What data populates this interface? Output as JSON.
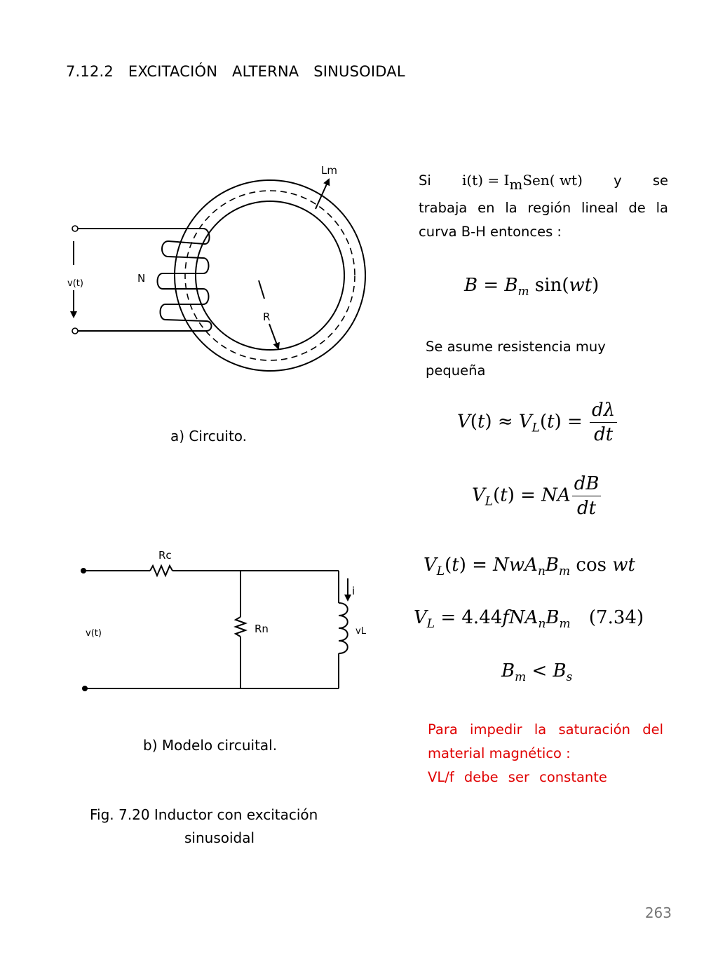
{
  "section_heading": "7.12.2 EXCITACIÓN ALTERNA SINUSOIDAL",
  "fig_a": {
    "label_lm": "Lm",
    "label_n": "N",
    "label_vt": "v(t)",
    "label_r": "R",
    "caption": "a) Circuito."
  },
  "fig_b": {
    "label_rc": "Rc",
    "label_rn": "Rn",
    "label_vt": "v(t)",
    "label_i": "i",
    "label_vl": "vL",
    "caption": "b) Modelo circuital."
  },
  "figure_caption_line1": "Fig. 7.20 Inductor con excitación",
  "figure_caption_line2": "sinusoidal",
  "intro": {
    "si": "Si",
    "current_expr_prefix": "i(t) = I",
    "current_expr_sub": "m",
    "current_expr_suffix": "Sen( wt)",
    "y_se": "y se",
    "line2": "trabaja en la región lineal de la",
    "line3": "curva B-H entonces :"
  },
  "eq_b": "B = Bm sin(wt)",
  "resistance_note_line1": "Se asume resistencia muy",
  "resistance_note_line2": "pequeña",
  "eq_v": "V(t) ≈ VL(t) = dλ/dt",
  "eq_vl1": "VL(t) = NA dB/dt",
  "eq_vl2": "VL(t) = NwAnBm cos wt",
  "eq_vl3": "VL = 4.44fNAnBm (7.34)",
  "eq_bm": "Bm < Bs",
  "warning": {
    "line1": "Para impedir la saturación del",
    "line2": "material magnético :",
    "line3": "VL/f debe ser constante"
  },
  "page_number": "263",
  "colors": {
    "warning": "#e00000",
    "page_number": "#777777"
  }
}
